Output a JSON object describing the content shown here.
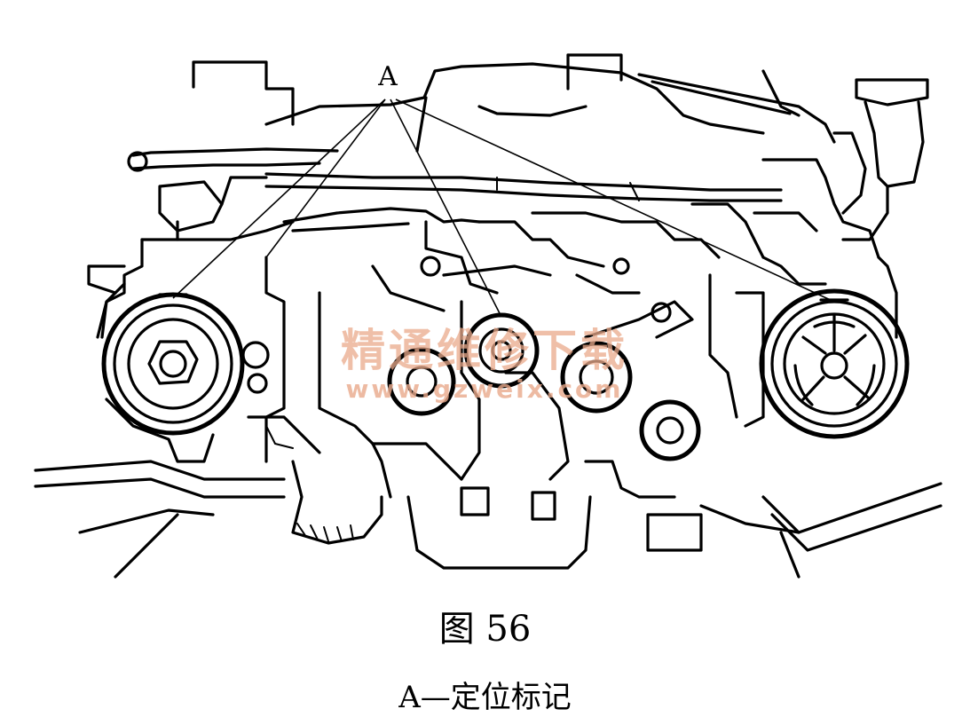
{
  "figure": {
    "callout_label": "A",
    "watermark_text": "精通维修下载",
    "watermark_url": "www.gzweix.com",
    "number": "图 56",
    "caption": "A—定位标记",
    "colors": {
      "ink": "#000000",
      "watermark": "#e9a98b",
      "background": "#ffffff"
    }
  }
}
